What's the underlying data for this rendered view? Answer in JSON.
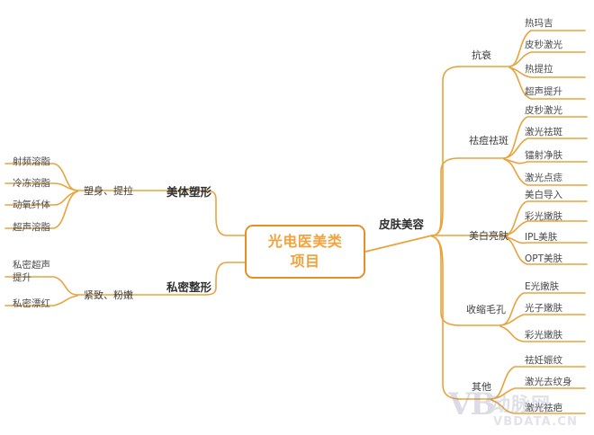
{
  "diagram": {
    "type": "mind-map",
    "title": "光电医美类项目",
    "accent_color": "#E59023",
    "title_color": "#F2A33C",
    "text_color": "#3a3a3a",
    "background": "#ffffff"
  },
  "center": {
    "line1": "光电医美类",
    "line2": "项目"
  },
  "left": {
    "branches": [
      {
        "label": "美体塑形",
        "sub": "塑身、提拉",
        "leaves": [
          "射频溶脂",
          "冷冻溶脂",
          "动氧纤体",
          "超声溶脂"
        ]
      },
      {
        "label": "私密整形",
        "sub": "紧致、粉嫩",
        "leaves": [
          "私密超声提升",
          "私密漂红"
        ]
      }
    ]
  },
  "right": {
    "label": "皮肤美容",
    "branches": [
      {
        "label": "抗衰",
        "leaves": [
          "热玛吉",
          "皮秒激光",
          "热提拉",
          "超声提升"
        ]
      },
      {
        "label": "祛痘祛斑",
        "leaves": [
          "皮秒激光",
          "激光祛斑",
          "镭射净肤",
          "激光点痣"
        ]
      },
      {
        "label": "美白亮肤",
        "leaves": [
          "美白导入",
          "彩光嫩肤",
          "IPL美肤",
          "OPT美肤"
        ]
      },
      {
        "label": "收缩毛孔",
        "leaves": [
          "E光嫩肤",
          "光子嫩肤",
          "彩光嫩肤"
        ]
      },
      {
        "label": "其他",
        "leaves": [
          "祛妊娠纹",
          "激光去纹身",
          "激光祛疤"
        ]
      }
    ]
  },
  "watermark": {
    "logo": "VB",
    "cn": "动脉网",
    "url": "VBDATA.CN"
  }
}
